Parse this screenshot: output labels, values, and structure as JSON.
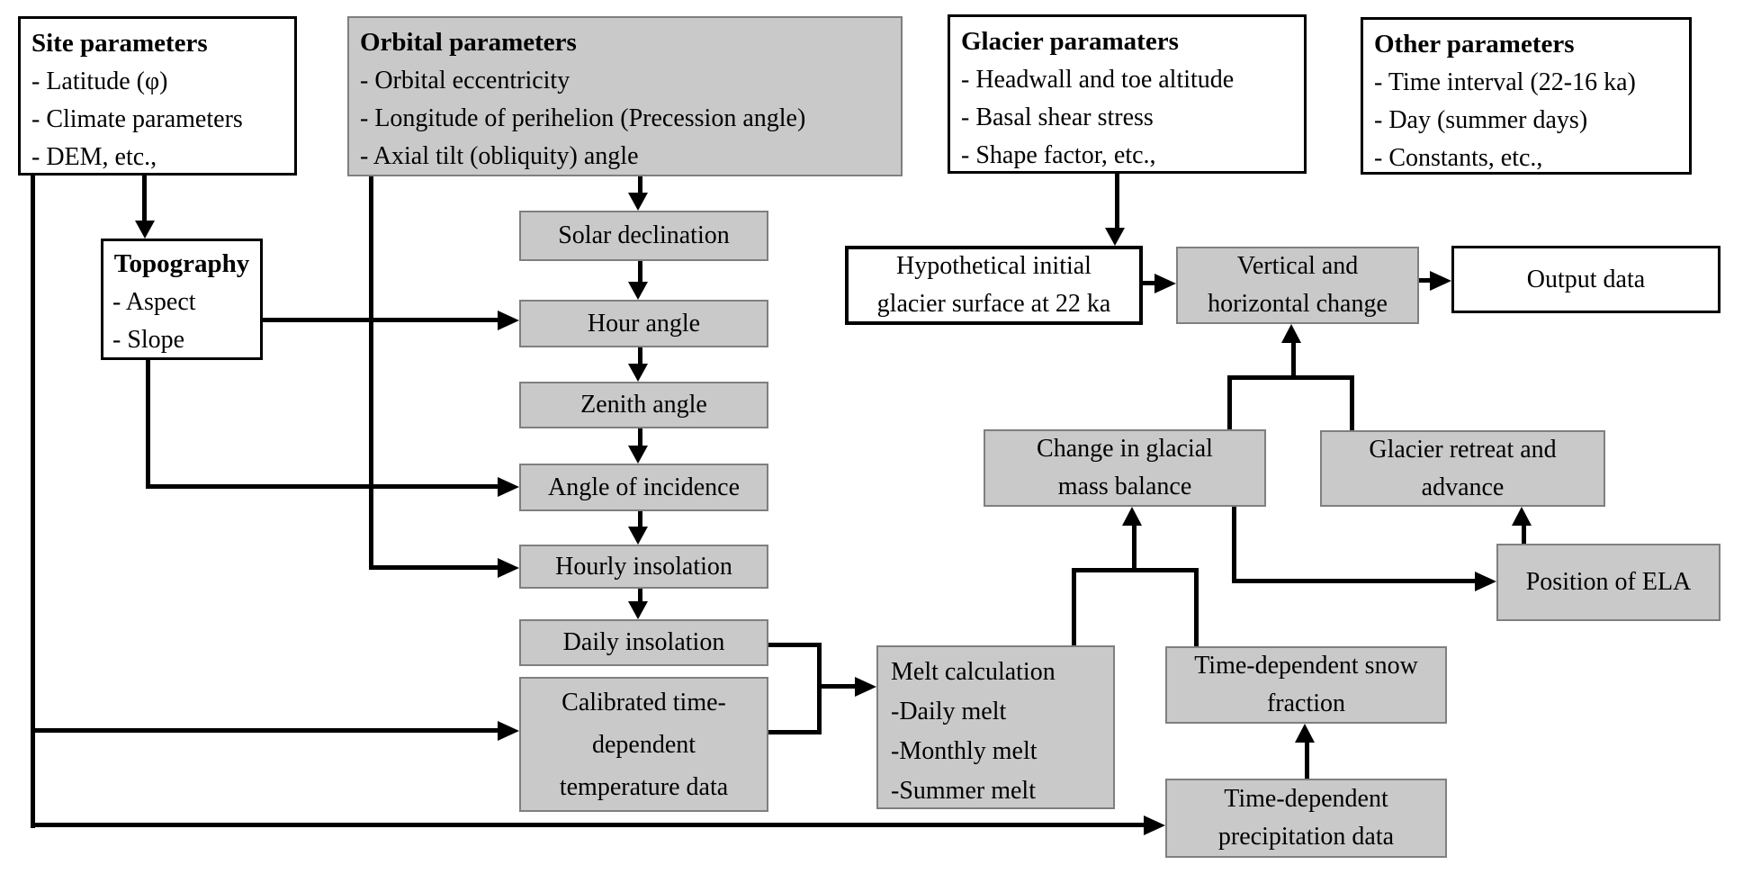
{
  "figure": {
    "type": "flowchart"
  },
  "boxes": {
    "site": {
      "title": "Site parameters",
      "items": [
        "- Latitude (φ)",
        "- Climate parameters",
        "- DEM, etc.,"
      ]
    },
    "orbital": {
      "title": "Orbital parameters",
      "items": [
        "- Orbital eccentricity",
        "- Longitude of perihelion (Precession angle)",
        "- Axial tilt (obliquity) angle"
      ]
    },
    "glacier": {
      "title": "Glacier paramaters",
      "items": [
        "- Headwall and toe altitude",
        "- Basal shear stress",
        "- Shape factor, etc.,"
      ]
    },
    "other": {
      "title": "Other parameters",
      "items": [
        "- Time interval (22-16 ka)",
        "- Day (summer days)",
        "- Constants, etc.,"
      ]
    },
    "topography": {
      "title": "Topography",
      "items": [
        "- Aspect",
        "- Slope"
      ]
    },
    "solar_declination": {
      "label": "Solar declination"
    },
    "hour_angle": {
      "label": "Hour angle"
    },
    "zenith_angle": {
      "label": "Zenith angle"
    },
    "angle_of_incidence": {
      "label": "Angle of incidence"
    },
    "hourly_insolation": {
      "label": "Hourly insolation"
    },
    "daily_insolation": {
      "label": "Daily insolation"
    },
    "calibrated_temperature": {
      "lines": [
        "Calibrated time-",
        "dependent",
        "temperature data"
      ]
    },
    "hypothetical_surface": {
      "lines": [
        "Hypothetical initial",
        "glacier surface at 22 ka"
      ]
    },
    "vertical_horizontal": {
      "lines": [
        "Vertical and",
        "horizontal change"
      ]
    },
    "output_data": {
      "label": "Output data"
    },
    "mass_balance": {
      "lines": [
        "Change in glacial",
        "mass balance"
      ]
    },
    "glacier_retreat": {
      "lines": [
        "Glacier retreat and",
        "advance"
      ]
    },
    "position_ela": {
      "label": "Position of ELA"
    },
    "melt_calculation": {
      "title": "Melt calculation",
      "items": [
        "-Daily melt",
        "-Monthly melt",
        "-Summer melt"
      ]
    },
    "snow_fraction": {
      "lines": [
        "Time-dependent snow",
        "fraction"
      ]
    },
    "precipitation": {
      "lines": [
        "Time-dependent",
        "precipitation data"
      ]
    }
  },
  "connections": [
    {
      "from": "site-parameters",
      "to": "topography"
    },
    {
      "from": "site-parameters",
      "to": "calibrated-temperature-data"
    },
    {
      "from": "site-parameters",
      "to": "time-dependent-precipitation-data"
    },
    {
      "from": "topography",
      "to": "hour-angle"
    },
    {
      "from": "topography",
      "to": "angle-of-incidence"
    },
    {
      "from": "orbital-parameters",
      "to": "solar-declination"
    },
    {
      "from": "orbital-parameters",
      "to": "hourly-insolation"
    },
    {
      "from": "solar-declination",
      "to": "hour-angle"
    },
    {
      "from": "hour-angle",
      "to": "zenith-angle"
    },
    {
      "from": "zenith-angle",
      "to": "angle-of-incidence"
    },
    {
      "from": "angle-of-incidence",
      "to": "hourly-insolation"
    },
    {
      "from": "hourly-insolation",
      "to": "daily-insolation"
    },
    {
      "from": "daily-insolation",
      "to": "melt-calculation"
    },
    {
      "from": "calibrated-temperature-data",
      "to": "melt-calculation"
    },
    {
      "from": "melt-calculation",
      "to": "change-in-glacial-mass-balance"
    },
    {
      "from": "time-dependent-snow-fraction",
      "to": "change-in-glacial-mass-balance"
    },
    {
      "from": "time-dependent-precipitation-data",
      "to": "time-dependent-snow-fraction"
    },
    {
      "from": "glacier-paramaters",
      "to": "hypothetical-initial-glacier-surface"
    },
    {
      "from": "hypothetical-initial-glacier-surface",
      "to": "vertical-and-horizontal-change"
    },
    {
      "from": "change-in-glacial-mass-balance",
      "to": "vertical-and-horizontal-change"
    },
    {
      "from": "glacier-retreat-and-advance",
      "to": "vertical-and-horizontal-change"
    },
    {
      "from": "vertical-and-horizontal-change",
      "to": "output-data"
    },
    {
      "from": "change-in-glacial-mass-balance",
      "to": "position-of-ela"
    },
    {
      "from": "position-of-ela",
      "to": "glacier-retreat-and-advance"
    }
  ],
  "colors": {
    "box_fill_gray": "#c9c9c9",
    "box_border_gray": "#7f7f7f",
    "box_fill_white": "#ffffff",
    "box_border_black": "#000000",
    "line": "#000000",
    "background": "#ffffff"
  }
}
